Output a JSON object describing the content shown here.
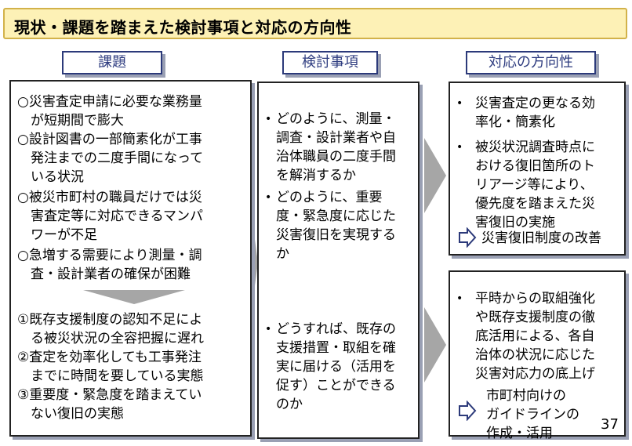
{
  "title": "現状・課題を踏まえた検討事項と対応の方向性",
  "headers": [
    "課題",
    "検討事項",
    "対応の方向性"
  ],
  "issues_current": [
    {
      "marker": "○",
      "lines": [
        "災害査定申請に必要な業務量",
        "が短期間で膨大"
      ]
    },
    {
      "marker": "○",
      "lines": [
        "設計図書の一部簡素化が工事",
        "発注までの二度手間になって",
        "いる状況"
      ]
    },
    {
      "marker": "○",
      "lines": [
        "被災市町村の職員だけでは災",
        "害査定等に対応できるマンパ",
        "ワーが不足"
      ]
    },
    {
      "marker": "○",
      "lines": [
        "急増する需要により測量・調",
        "査・設計業者の確保が困難"
      ]
    }
  ],
  "issues_root": [
    {
      "marker": "①",
      "lines": [
        "既存支援制度の認知不足によ",
        "る被災状況の全容把握に遅れ"
      ]
    },
    {
      "marker": "②",
      "lines": [
        "査定を効率化しても工事発注",
        "までに時間を要している実態"
      ]
    },
    {
      "marker": "③",
      "lines": [
        "重要度・緊急度を踏まえてい",
        "ない復旧の実態"
      ]
    }
  ],
  "considerations": [
    {
      "marker": "•",
      "lines": [
        "どのように、測量・",
        "調査・設計業者や自",
        "治体職員の二度手間",
        "を解消するか"
      ]
    },
    {
      "marker": "•",
      "lines": [
        "どのように、重要",
        "度・緊急度に応じた",
        "災害復旧を実現する",
        "か"
      ]
    },
    {
      "marker": "•",
      "lines": [
        "どうすれば、既存の",
        "支援措置・取組を確",
        "実に届ける（活用を",
        "促す）ことができる",
        "のか"
      ]
    }
  ],
  "directions_top": [
    {
      "marker": "•",
      "lines": [
        "災害査定の更なる効",
        "率化・簡素化"
      ]
    },
    {
      "marker": "•",
      "lines": [
        "被災状況調査時点に",
        "おける復旧箇所のト",
        "リアージ等により、",
        "優先度を踏まえた災",
        "害復旧の実施"
      ]
    }
  ],
  "result_top": "災害復旧制度の改善",
  "directions_bottom": [
    {
      "marker": "•",
      "lines": [
        "平時からの取組強化",
        "や既存支援制度の徹",
        "底活用による、各自",
        "治体の状況に応じた",
        "災害対応力の底上げ"
      ]
    }
  ],
  "result_bottom": [
    "市町村向けの",
    "ガイドラインの",
    "作成・活用"
  ],
  "page_number": "37"
}
